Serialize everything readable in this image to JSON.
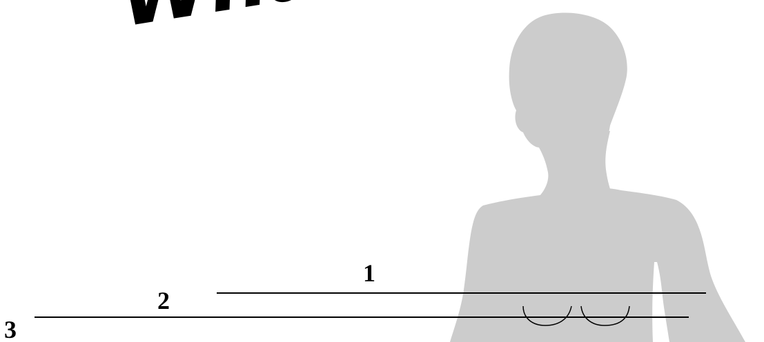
{
  "heading": {
    "text": "Wha"
  },
  "labels": {
    "one": "1",
    "two": "2",
    "three": "3"
  },
  "colors": {
    "silhouette": "#cccccc",
    "ink": "#000000",
    "background": "#ffffff"
  },
  "icons": {
    "silhouette": "female-torso-silhouette-icon"
  }
}
